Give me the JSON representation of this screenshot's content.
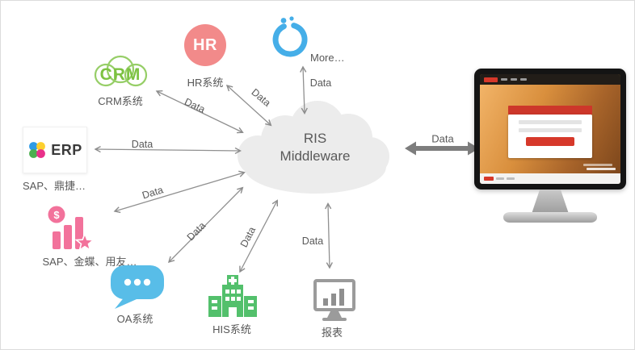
{
  "title": "RIS middleware system integration diagram",
  "cloud": {
    "label": "RIS Middleware"
  },
  "nodes": {
    "crm": {
      "label": "CRM系统",
      "icon_text": "CRM",
      "color": "#7dc242"
    },
    "hr": {
      "label": "HR系统",
      "icon_text": "HR",
      "color": "#f28a8a"
    },
    "more": {
      "label": "More…",
      "color": "#45aee8"
    },
    "erp": {
      "label": "SAP、鼎捷…",
      "icon_text": "ERP"
    },
    "finance": {
      "label": "SAP、金蝶、用友…",
      "icon_symbol": "$",
      "color": "#f2729b"
    },
    "oa": {
      "label": "OA系统",
      "color": "#58bde8"
    },
    "his": {
      "label": "HIS系统",
      "color": "#53c06c"
    },
    "report": {
      "label": "报表",
      "color": "#9b9b9b"
    }
  },
  "edges": {
    "crm": {
      "label": "Data"
    },
    "hr": {
      "label": "Data"
    },
    "more": {
      "label": "Data"
    },
    "erp": {
      "label": "Data"
    },
    "finance": {
      "label": "Data"
    },
    "oa": {
      "label": "Data"
    },
    "his": {
      "label": "Data"
    },
    "report": {
      "label": "Data"
    },
    "monitor": {
      "label": "Data"
    }
  },
  "colors": {
    "cloud": "#ececec",
    "arrow": "#8c8c8c",
    "text": "#595959",
    "monitor_accent": "#d6382a"
  }
}
